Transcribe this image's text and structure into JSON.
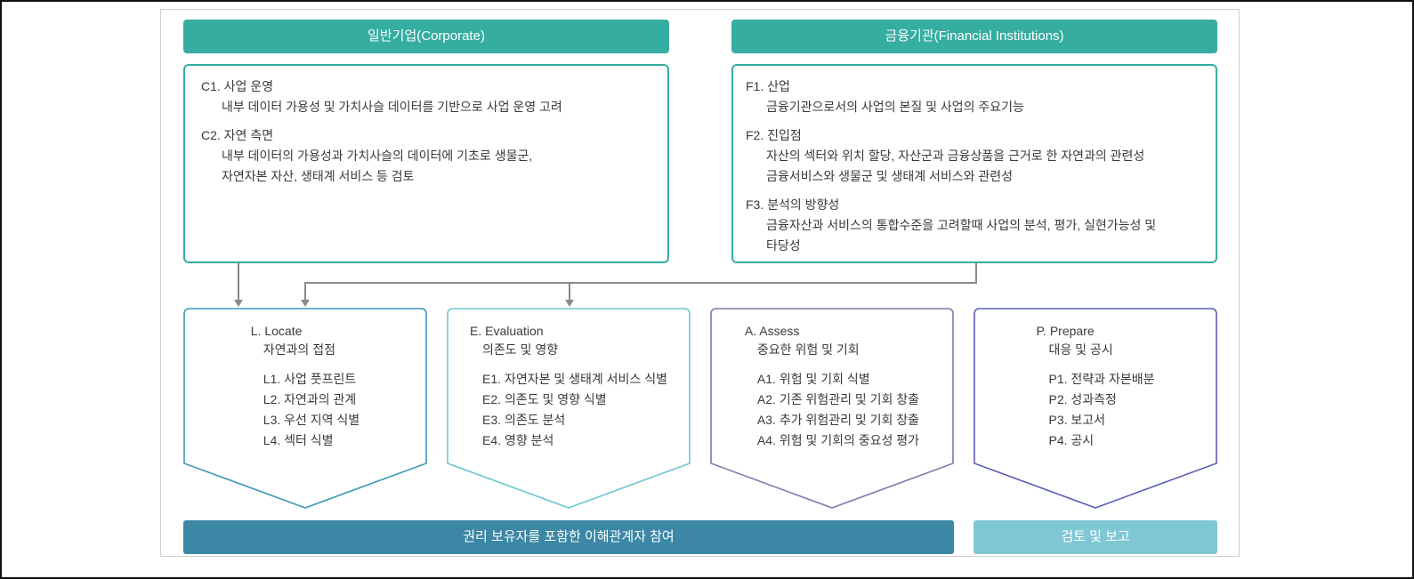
{
  "colors": {
    "header": "#35ada1",
    "box_border": "#35ada1",
    "locate": "#3b98b9",
    "evaluation": "#6cc7cf",
    "assess": "#7b7ba9",
    "prepare": "#5b5eb4",
    "engagement_bar": "#3b87a5",
    "review_bar": "#80c7d5",
    "arrow": "#8a8a8a",
    "text": "#3a3a3a"
  },
  "headers": {
    "corporate": "일반기업(Corporate)",
    "financial": "금융기관(Financial Institutions)"
  },
  "corporate_box": {
    "items": [
      {
        "title": "C1. 사업 운영",
        "lines": [
          "내부 데이터 가용성 및 가치사슬 데이터를 기반으로 사업 운영 고려"
        ]
      },
      {
        "title": "C2. 자연 측면",
        "lines": [
          "내부 데이터의 가용성과 가치사슬의 데이터에 기초로 생물군,",
          "자연자본 자산, 생태계 서비스 등 검토"
        ]
      }
    ]
  },
  "financial_box": {
    "items": [
      {
        "title": "F1. 산업",
        "lines": [
          "금융기관으로서의 사업의 본질 및 사업의 주요기능"
        ]
      },
      {
        "title": "F2. 진입점",
        "lines": [
          "자산의 섹터와 위치 할당, 자산군과 금융상품을 근거로 한 자연과의 관련성",
          "금융서비스와 생물군 및 생태계 서비스와 관련성"
        ]
      },
      {
        "title": "F3. 분석의 방향성",
        "lines": [
          "금융자산과 서비스의 통합수준을 고려할때 사업의 분석, 평가, 실현가능성 및",
          "타당성"
        ]
      }
    ]
  },
  "phases": [
    {
      "title": "L. Locate",
      "subtitle": "자연과의 접점",
      "steps": [
        "L1. 사업 풋프린트",
        "L2. 자연과의 관계",
        "L3. 우선 지역 식별",
        "L4. 섹터 식별"
      ]
    },
    {
      "title": "E. Evaluation",
      "subtitle": "의존도 및 영향",
      "steps": [
        "E1. 자연자본 및 생태계 서비스 식별",
        "E2. 의존도 및 영향 식별",
        "E3. 의존도 분석",
        "E4. 영향 분석"
      ]
    },
    {
      "title": "A. Assess",
      "subtitle": "중요한 위험 및 기회",
      "steps": [
        "A1. 위험 및 기회 식별",
        "A2. 기존 위험관리 및 기회 창출",
        "A3. 추가 위험관리 및 기회 창출",
        "A4. 위험 및 기회의 중요성 평가"
      ]
    },
    {
      "title": "P. Prepare",
      "subtitle": "대응 및 공시",
      "steps": [
        "P1. 전략과 자본배분",
        "P2. 성과측정",
        "P3. 보고서",
        "P4. 공시"
      ]
    }
  ],
  "footer": {
    "engagement": "권리 보유자를 포함한 이해관계자 참여",
    "review": "검토 및 보고"
  }
}
